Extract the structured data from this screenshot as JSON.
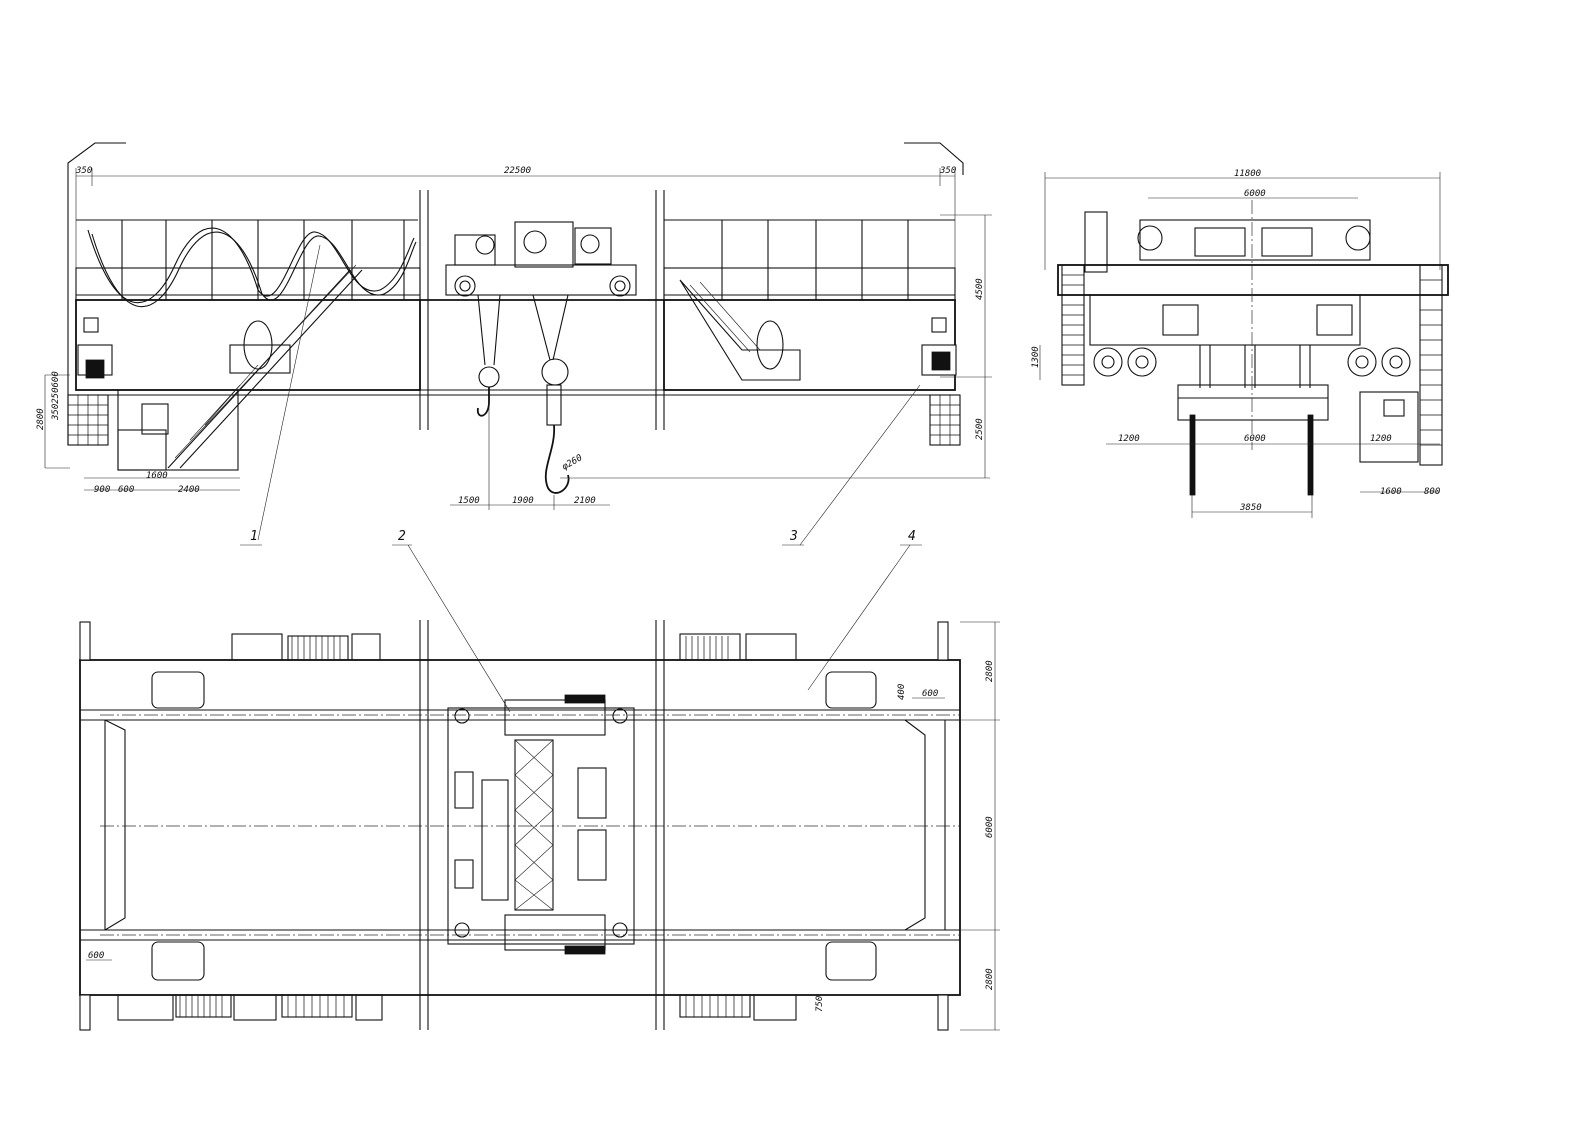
{
  "colors": {
    "line": "#111111",
    "background": "#ffffff"
  },
  "front_view": {
    "dims": {
      "span": "22500",
      "left_overhang": "350",
      "right_overhang": "350",
      "height_upper": "4500",
      "height_lower": "2500",
      "hook_offset_left": "1500",
      "hook_spacing": "1900",
      "hook_offset_right": "2100",
      "hook_diameter": "φ260",
      "cab_width": "1600",
      "base_left": "900",
      "base_mid": "600",
      "base_right": "2400",
      "left_stack": "350250600",
      "left_height": "2800"
    },
    "labels": {
      "one": "1",
      "two": "2",
      "three": "3",
      "four": "4"
    }
  },
  "side_view": {
    "dims": {
      "overall_width": "11800",
      "trolley_gauge": "6000",
      "wheel_height": "1300",
      "left_offset": "1200",
      "bottom_gauge": "6000",
      "right_offset": "1200",
      "cab_width": "1600",
      "cab_extra": "800",
      "hook_spacing": "3850"
    }
  },
  "plan_view": {
    "dims": {
      "top_width": "2800",
      "middle_width": "6000",
      "bottom_width": "2800",
      "rail_offset_a": "400",
      "rail_offset_b": "600",
      "left_offset": "600",
      "bottom_offset": "750"
    }
  }
}
